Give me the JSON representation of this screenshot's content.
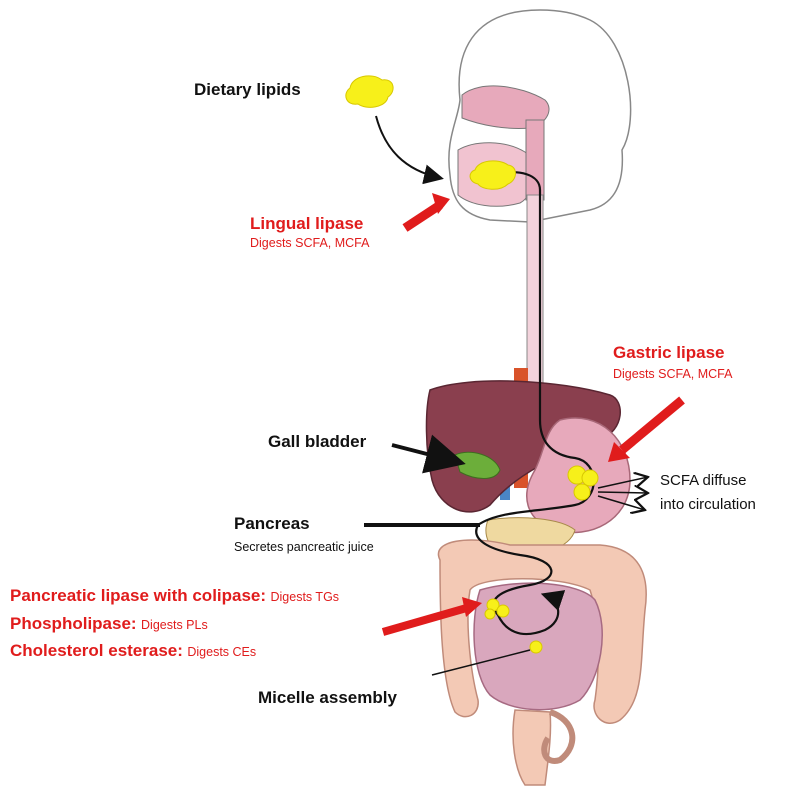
{
  "labels": {
    "dietary_lipids": "Dietary lipids",
    "lingual_lipase": "Lingual lipase",
    "lingual_digests": "Digests SCFA, MCFA",
    "gastric_lipase": "Gastric lipase",
    "gastric_digests": "Digests SCFA, MCFA",
    "gall_bladder": "Gall bladder",
    "pancreas": "Pancreas",
    "pancreas_sub": "Secretes pancreatic juice",
    "scfa_line1": "SCFA diffuse",
    "scfa_line2": "into circulation",
    "pancreatic_lipase": "Pancreatic lipase with colipase:",
    "pancreatic_digests": "Digests TGs",
    "phospholipase": "Phospholipase:",
    "phospholipase_digests": "Digests PLs",
    "cholesterol_esterase": "Cholesterol esterase:",
    "cholesterol_digests": "Digests CEs",
    "micelle_assembly": "Micelle assembly"
  },
  "colors": {
    "enzyme_red": "#e01c1c",
    "lipid_yellow": "#f7f01a",
    "liver": "#8a3f4e",
    "stomach": "#e7a9bb",
    "intestine": "#f3c9b5",
    "outline": "#555555"
  }
}
